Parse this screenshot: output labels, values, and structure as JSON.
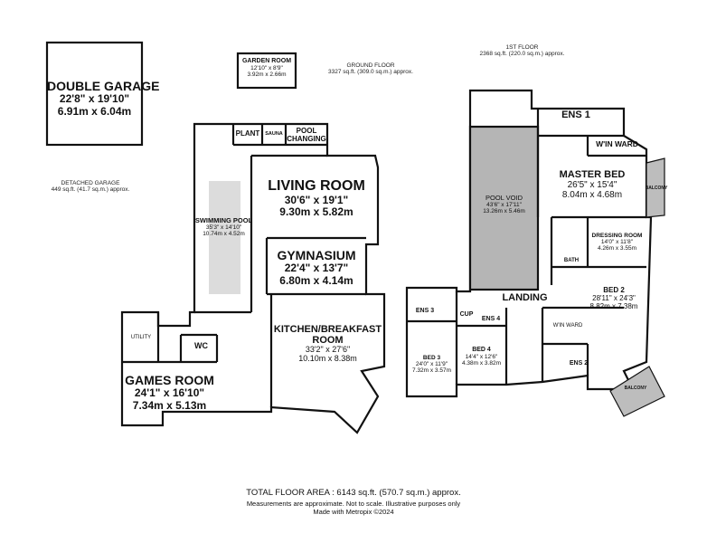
{
  "rooms": {
    "double_garage": {
      "name": "DOUBLE GARAGE",
      "imperial": "22'8\" x 19'10\"",
      "metric": "6.91m x 6.04m"
    },
    "garden_room": {
      "name": "GARDEN ROOM",
      "imperial": "12'10\" x 8'9\"",
      "metric": "3.92m x 2.66m"
    },
    "plant": {
      "name": "PLANT"
    },
    "sauna": {
      "name": "SAUNA"
    },
    "pool_changing": {
      "name": "POOL CHANGING"
    },
    "living_room": {
      "name": "LIVING ROOM",
      "imperial": "30'6\" x 19'1\"",
      "metric": "9.30m x 5.82m"
    },
    "swimming_pool": {
      "name": "SWIMMING POOL",
      "imperial": "35'3\" x 14'10\"",
      "metric": "10.74m x 4.52m"
    },
    "gymnasium": {
      "name": "GYMNASIUM",
      "imperial": "22'4\" x 13'7\"",
      "metric": "6.80m x 4.14m"
    },
    "kitchen": {
      "name": "KITCHEN/BREAKFAST ROOM",
      "imperial": "33'2\" x 27'6\"",
      "metric": "10.10m x 8.38m"
    },
    "utility": {
      "name": "UTILITY"
    },
    "wc": {
      "name": "WC"
    },
    "games_room": {
      "name": "GAMES ROOM",
      "imperial": "24'1\" x 16'10\"",
      "metric": "7.34m x 5.13m"
    },
    "ens1": {
      "name": "ENS 1"
    },
    "win_ward_master": {
      "name": "W'IN WARD"
    },
    "master_bed": {
      "name": "MASTER BED",
      "imperial": "26'5\" x 15'4\"",
      "metric": "8.04m x 4.68m"
    },
    "balcony_top": {
      "name": "BALCONY"
    },
    "pool_void": {
      "name": "POOL VOID",
      "imperial": "43'6\" x 17'11\"",
      "metric": "13.26m x 5.46m"
    },
    "dressing_room": {
      "name": "DRESSING ROOM",
      "imperial": "14'0\" x 11'8\"",
      "metric": "4.26m x 3.55m"
    },
    "bath": {
      "name": "BATH"
    },
    "landing": {
      "name": "LANDING"
    },
    "bed2": {
      "name": "BED 2",
      "imperial": "28'11\" x 24'3\"",
      "metric": "8.82m x 7.38m"
    },
    "ens3": {
      "name": "ENS 3"
    },
    "cup": {
      "name": "CUP"
    },
    "ens4": {
      "name": "ENS 4"
    },
    "win_ward_bed2": {
      "name": "W'IN WARD"
    },
    "bed3": {
      "name": "BED 3",
      "imperial": "24'0\" x 11'9\"",
      "metric": "7.32m x 3.57m"
    },
    "bed4": {
      "name": "BED 4",
      "imperial": "14'4\" x 12'6\"",
      "metric": "4.38m x 3.82m"
    },
    "ens2": {
      "name": "ENS 2"
    },
    "balcony_bottom": {
      "name": "BALCONY"
    }
  },
  "notes": {
    "ground_floor": {
      "title": "GROUND FLOOR",
      "area": "3327 sq.ft. (309.0 sq.m.) approx."
    },
    "first_floor": {
      "title": "1ST FLOOR",
      "area": "2368 sq.ft. (220.0 sq.m.) approx."
    },
    "detached_garage": {
      "title": "DETACHED GARAGE",
      "area": "449 sq.ft. (41.7 sq.m.) approx."
    }
  },
  "footer": {
    "total": "TOTAL FLOOR AREA : 6143 sq.ft. (570.7 sq.m.) approx.",
    "disclaimer": "Measurements are approximate.  Not to scale.  Illustrative purposes only",
    "made_with": "Made with Metropix ©2024"
  }
}
